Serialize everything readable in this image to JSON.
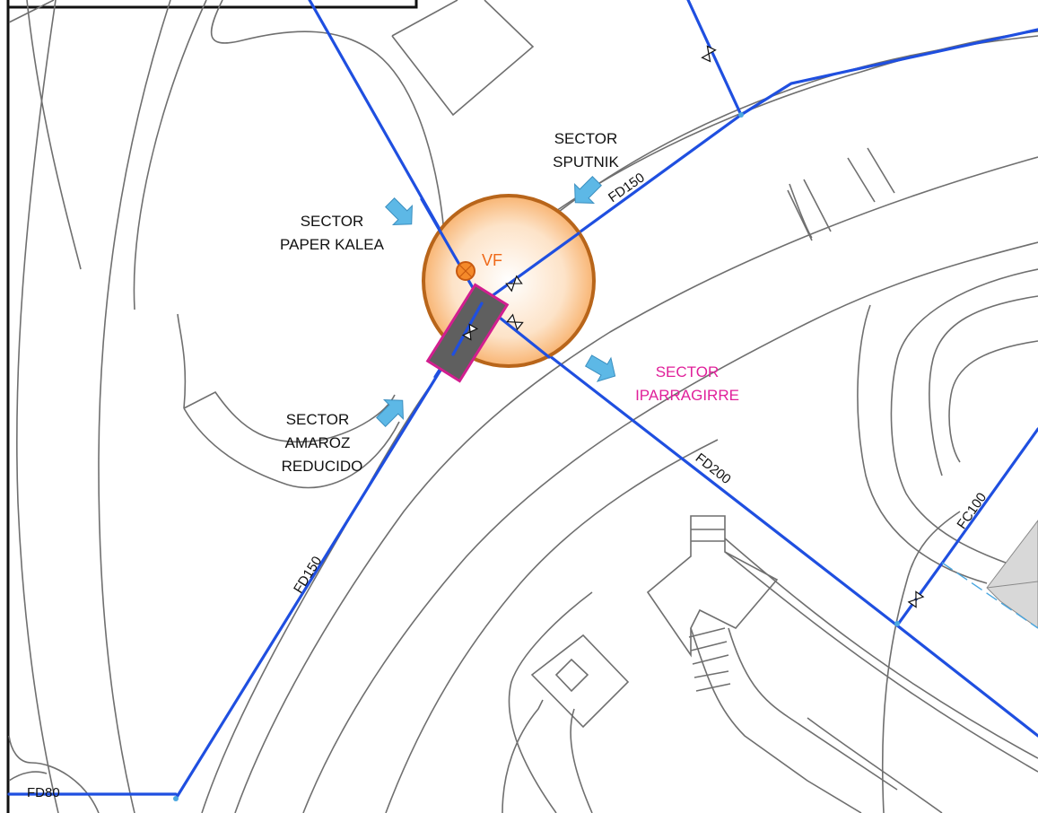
{
  "sectors": {
    "paper_kalea": {
      "line1": "SECTOR",
      "line2": "PAPER KALEA"
    },
    "sputnik": {
      "line1": "SECTOR",
      "line2": "SPUTNIK"
    },
    "amaroz": {
      "line1": "SECTOR",
      "line2": "AMAROZ",
      "line3": "REDUCIDO"
    },
    "iparragirre": {
      "line1": "SECTOR",
      "line2": "IPARRAGIRRE"
    }
  },
  "pipes": {
    "fd150_top": "FD150",
    "fd150_bottom": "FD150",
    "fd200": "FD200",
    "fc100": "FC100",
    "fd80": "FD80"
  },
  "valve_marker": "VF",
  "colors": {
    "pipe": "#1f4fe0",
    "street": "#6f6f6f",
    "sector_highlight": "#e0209a",
    "valve_label": "#ef6a1a",
    "circle_stroke": "#b8651a",
    "chamber_fill": "#5f5f5f",
    "flow_arrow": "#5db8e6"
  }
}
